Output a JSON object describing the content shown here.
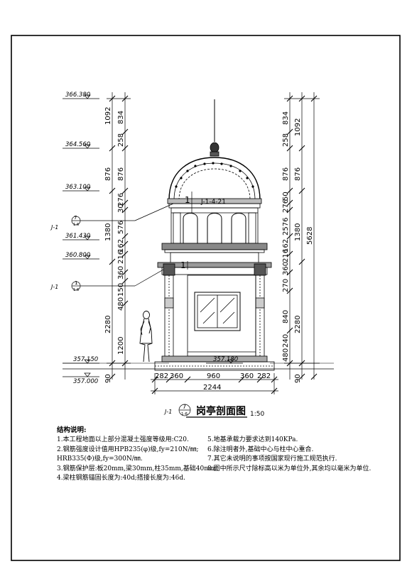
{
  "drawing": {
    "title": "岗亭剖面图",
    "scale": "1:50",
    "title_symbol": {
      "top": "7",
      "bottom": "1-6",
      "prefix": "J-1"
    },
    "section_label": "J-1-4-21",
    "room_mark_upper": "1",
    "room_mark_lower": "1",
    "callout_top": {
      "prefix": "J-1",
      "top": "7",
      "bottom": "1-6"
    },
    "callout_bottom": {
      "prefix": "J-1",
      "top": "1",
      "bottom": "1-6"
    }
  },
  "elevations": {
    "e1": "366.380",
    "e2": "364.560",
    "e3": "363.100",
    "e4": "361.430",
    "e5": "360.800",
    "e6": "357.150",
    "e7": "357.000",
    "e8": "357.180"
  },
  "left_dims": {
    "outer": [
      "1092",
      "876",
      "1380",
      "2280",
      "90"
    ],
    "inner": [
      "834",
      "258",
      "876",
      "276",
      "30",
      "576",
      "162",
      "216",
      "360",
      "150",
      "480",
      "1200"
    ]
  },
  "right_dims": {
    "outer": [
      "1092",
      "876",
      "1380",
      "2280",
      "90"
    ],
    "inner": [
      "834",
      "258",
      "876",
      "50",
      "276",
      "2576",
      "162",
      "216",
      "360",
      "270",
      "840",
      "240",
      "480"
    ],
    "total": "5628"
  },
  "bottom_dims": {
    "segments": [
      "282",
      "360",
      "960",
      "360",
      "282"
    ],
    "total": "2244"
  },
  "notes": {
    "title": "结构说明:",
    "items_left": [
      "1.本工程地面以上部分混凝土强度等级用:C20.",
      "2.钢筋强度设计值用HPB235(φ)级,fy=210N/㎜;",
      "   HRB335(Φ)级,fy=300N/㎜.",
      "3.钢筋保护层:板20mm,梁30mm,柱35mm,基础40mm.",
      "4.梁柱钢筋锚固长度为:40d;搭接长度为:46d."
    ],
    "items_right": [
      "5.地基承载力要求达到140KPa.",
      "6.除注明者外,基础中心与柱中心重合.",
      "7.其它未说明的事项按国家现行施工规范执行.",
      "8.图中所示尺寸除标高以米为单位外,其余均以毫米为单位."
    ]
  }
}
